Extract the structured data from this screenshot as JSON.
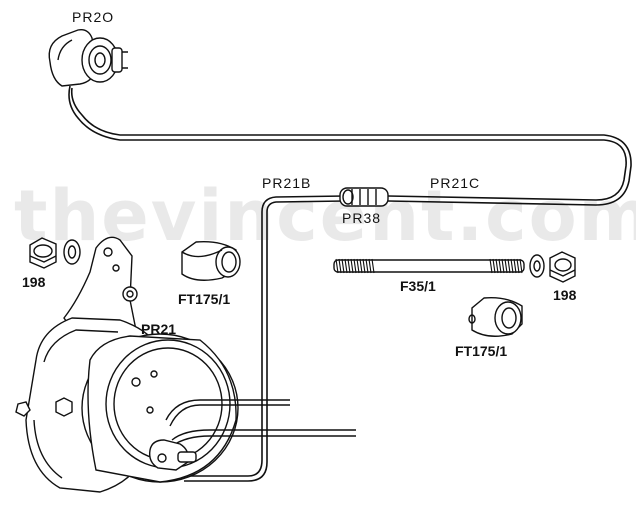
{
  "watermark": "thevincent.com",
  "labels": {
    "pr20": "PR2O",
    "pr21b": "PR21B",
    "pr21c": "PR21C",
    "pr38": "PR38",
    "nut_left": "198",
    "nut_right": "198",
    "bush_left": "FT175/1",
    "bush_right": "FT175/1",
    "spindle": "F35/1",
    "pr21": "PR21"
  }
}
